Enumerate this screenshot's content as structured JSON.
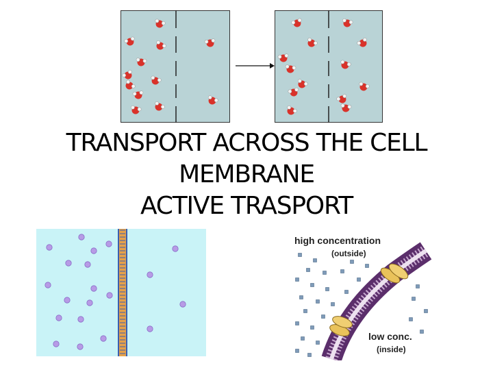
{
  "slide": {
    "title_lines": [
      "TRANSPORT ACROSS THE CELL",
      "MEMBRANE",
      "ACTIVE TRASPORT"
    ]
  },
  "osmosis_diagram": {
    "background_color": "#b9d3d6",
    "molecule_color": "#d9322a",
    "arrow_icon": "right-arrow-icon"
  },
  "diffusion_diagram": {
    "background_color": "#c9f3f7",
    "particle_color": "#b79be6",
    "membrane_color": "#e6a14a",
    "membrane_stripe_color": "#3a5fb0"
  },
  "active_transport_diagram": {
    "label_high": "high concentration",
    "label_outside": "(outside)",
    "label_low": "low conc.",
    "label_inside": "(inside)",
    "bilayer_color": "#7a4a8a",
    "protein_color": "#e9c25a",
    "particle_color": "#7f9bb8"
  }
}
